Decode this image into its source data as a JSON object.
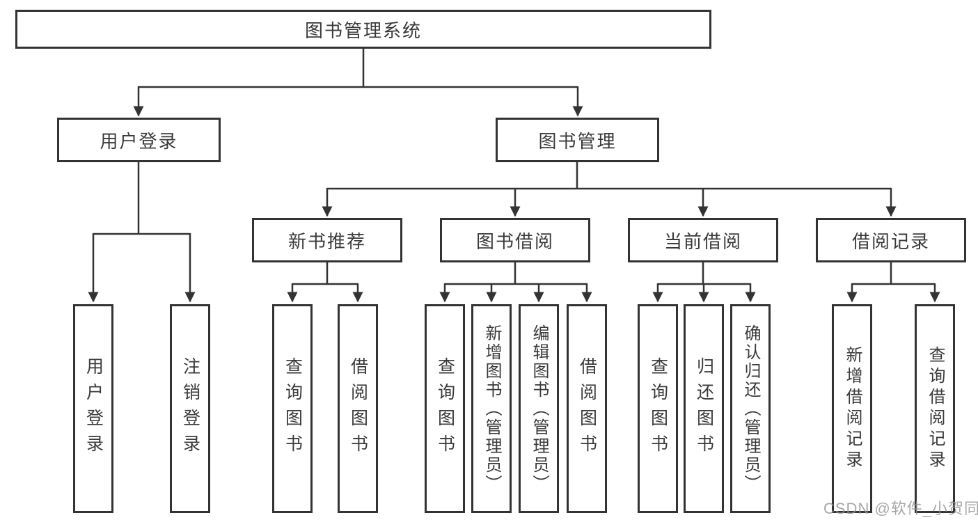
{
  "watermark": "CSDN @软件_小贺同学",
  "colors": {
    "line": "#333333",
    "box_border": "#333333",
    "box_fill": "#ffffff",
    "text": "#3a3a3a",
    "watermark_gray": "#919191"
  },
  "hierarchy": {
    "label": "图书管理系统",
    "children": [
      {
        "label": "用户登录",
        "children": [
          {
            "label": "用户登录"
          },
          {
            "label": "注销登录"
          }
        ]
      },
      {
        "label": "图书管理",
        "children": [
          {
            "label": "新书推荐",
            "children": [
              {
                "label": "查询图书"
              },
              {
                "label": "借阅图书"
              }
            ]
          },
          {
            "label": "图书借阅",
            "children": [
              {
                "label": "查询图书"
              },
              {
                "label": "新增图书（管理员）"
              },
              {
                "label": "编辑图书（管理员）"
              },
              {
                "label": "借阅图书"
              }
            ]
          },
          {
            "label": "当前借阅",
            "children": [
              {
                "label": "查询图书"
              },
              {
                "label": "归还图书"
              },
              {
                "label": "确认归还（管理员）"
              }
            ]
          },
          {
            "label": "借阅记录",
            "children": [
              {
                "label": "新增借阅记录"
              },
              {
                "label": "查询借阅记录"
              }
            ]
          }
        ]
      }
    ]
  }
}
